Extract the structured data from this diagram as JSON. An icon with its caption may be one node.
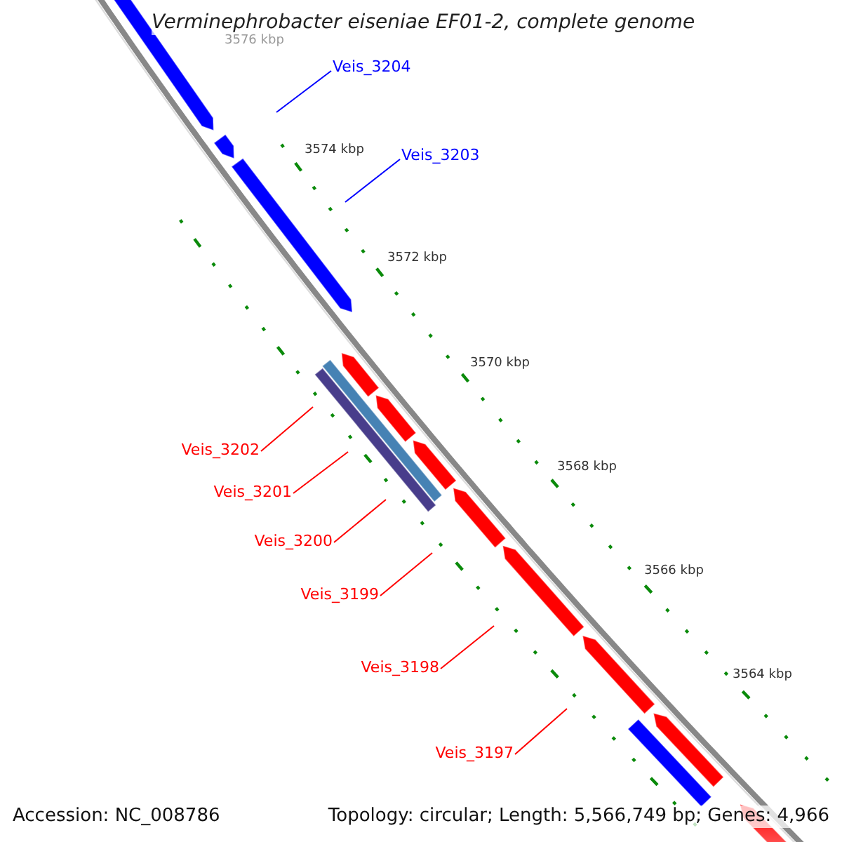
{
  "diagram": {
    "title": "Verminephrobacter eiseniae EF01-2, complete genome",
    "nodes": [
      {
        "text": [
          "Veis_3204"
        ]
      },
      {
        "text": [
          "Veis_3203"
        ]
      },
      {
        "text": [
          "Veis_3202"
        ]
      },
      {
        "text": [
          "Veis_3201"
        ]
      },
      {
        "text": [
          "Veis_3200"
        ]
      },
      {
        "text": [
          "Veis_3199"
        ]
      },
      {
        "text": [
          "Veis_3198"
        ]
      },
      {
        "text": [
          "Veis_3197"
        ]
      }
    ],
    "edges": [
      {
        "from": 0,
        "to": null,
        "arrow": "none",
        "color": "#0000ff"
      },
      {
        "from": 1,
        "to": null,
        "arrow": "none",
        "color": "#0000ff"
      },
      {
        "from": 2,
        "to": null,
        "arrow": "none"
      },
      {
        "from": 3,
        "to": null,
        "arrow": "none"
      },
      {
        "from": 4,
        "to": null,
        "arrow": "none"
      },
      {
        "from": 5,
        "to": null,
        "arrow": "none"
      },
      {
        "from": 6,
        "to": null,
        "arrow": "none"
      },
      {
        "from": 7,
        "to": null,
        "arrow": "none"
      }
    ],
    "labels": [
      "3576 kbp",
      "3574 kbp",
      "3572 kbp",
      "3570 kbp",
      "3568 kbp",
      "3566 kbp",
      "3564 kbp",
      "Accession: NC_008786",
      "Topology: circular; Length: 5,566,749 bp; Genes: 4,966"
    ]
  }
}
